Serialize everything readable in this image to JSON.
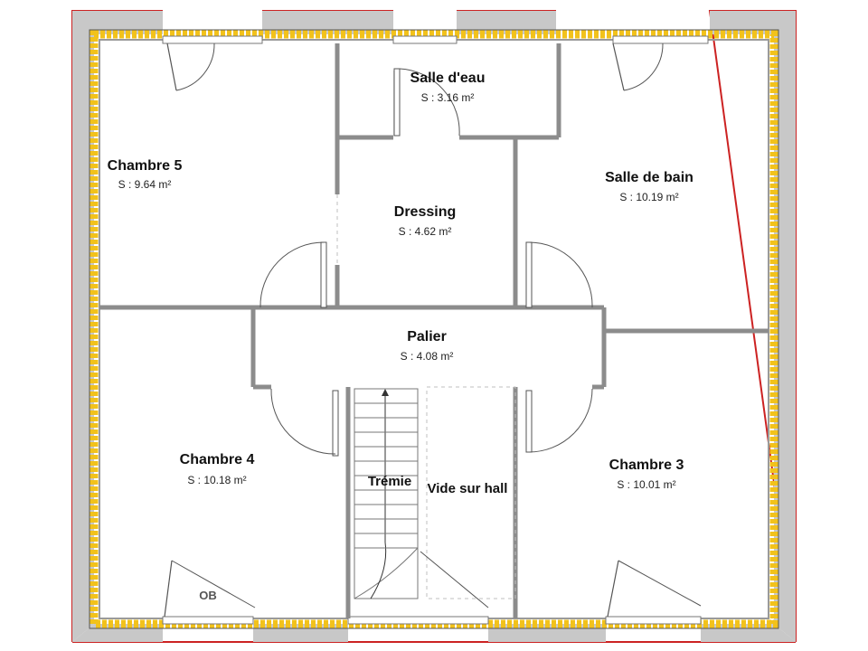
{
  "rooms": [
    {
      "id": "chambre5",
      "name": "Chambre 5",
      "area": "S : 9.64 m²"
    },
    {
      "id": "salle-eau",
      "name": "Salle d'eau",
      "area": "S : 3.16 m²"
    },
    {
      "id": "salle-bain",
      "name": "Salle de bain",
      "area": "S : 10.19 m²"
    },
    {
      "id": "dressing",
      "name": "Dressing",
      "area": "S : 4.62 m²"
    },
    {
      "id": "palier",
      "name": "Palier",
      "area": "S : 4.08 m²"
    },
    {
      "id": "chambre4",
      "name": "Chambre 4",
      "area": "S : 10.18 m²"
    },
    {
      "id": "chambre3",
      "name": "Chambre 3",
      "area": "S : 10.01 m²"
    }
  ],
  "labels": {
    "tremie": "Trémie",
    "vide": "Vide sur hall",
    "ob": "OB"
  },
  "colors": {
    "roof_outline": "#cc2222",
    "insulation": "#f2c21b",
    "wall": "#9a9a9a"
  }
}
